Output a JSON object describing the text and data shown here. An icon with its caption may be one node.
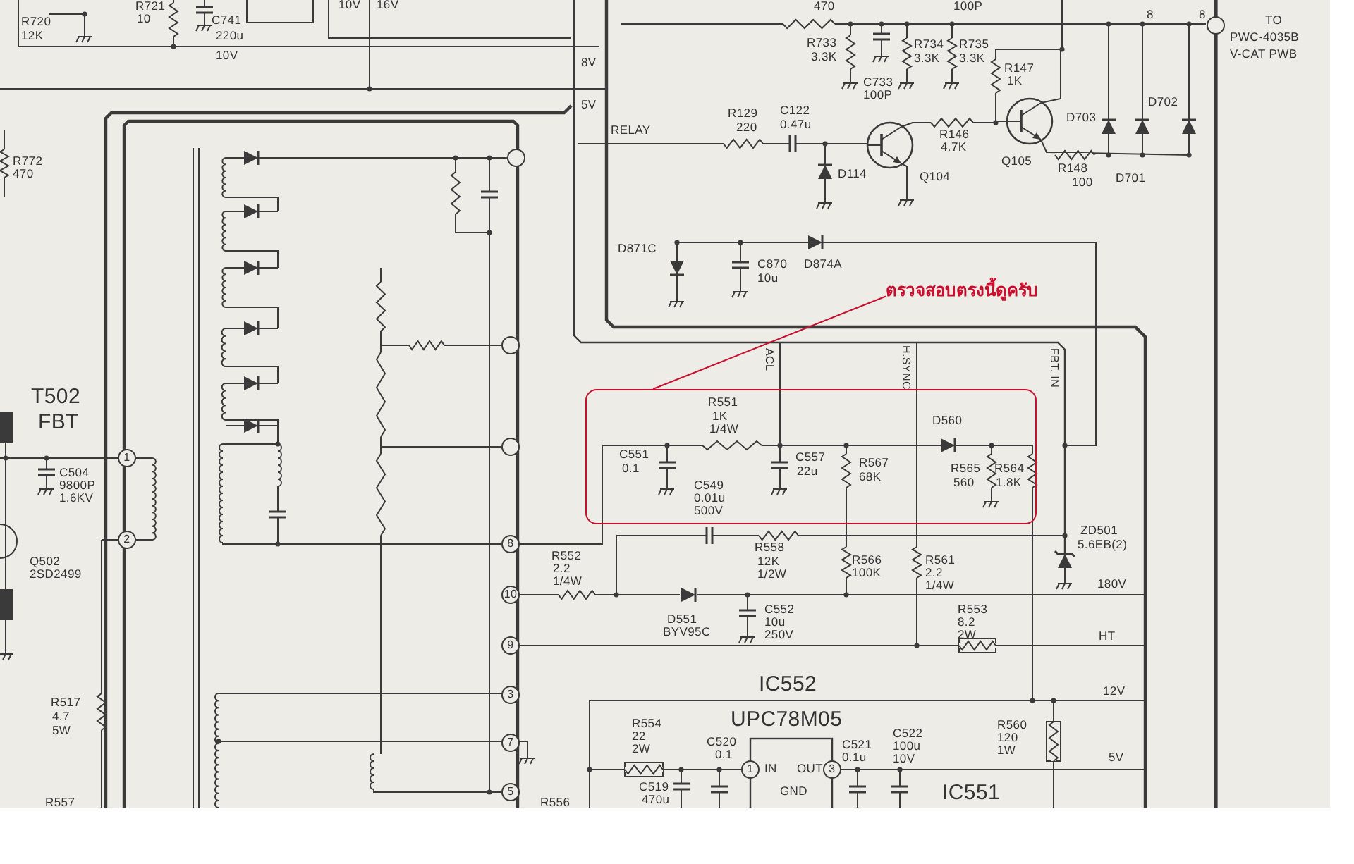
{
  "diagram": {
    "nodes": [
      {
        "text": [
          "ตรวจสอบตรงนี้ดูครับ"
        ]
      },
      {
        "text": [],
        "shape": "box"
      }
    ],
    "edges": [
      {
        "from": 0,
        "to": 1,
        "arrow": "none"
      }
    ],
    "labels": [
      "10V",
      "16V",
      "R721",
      "10",
      "470",
      "100P",
      "8",
      "8",
      "R720",
      "12K",
      "TO",
      "C741",
      "220u",
      "10V",
      "PWC-4035B",
      "V-CAT PWB",
      "R733",
      "3.3K",
      "R734",
      "3.3K",
      "R735",
      "3.3K",
      "R147",
      "1K",
      "8V",
      "C733",
      "100P",
      "D702",
      "5V",
      "R129",
      "220",
      "C122",
      "0.47u",
      "D703",
      "RELAY",
      "R146",
      "4.7K",
      "R772",
      "470",
      "Q105",
      "R148",
      "100",
      "D114",
      "Q104",
      "D701",
      "D871C",
      "C870",
      "10u",
      "D874A",
      "T502",
      "FBT",
      "ACL",
      "H.SYNC",
      "FBT. IN",
      "R551",
      "1K",
      "1/4W",
      "D560",
      "C504",
      "9800P",
      "1.6KV",
      "1",
      "C551",
      "0.1",
      "C557",
      "22u",
      "R567",
      "68K",
      "R565",
      "560",
      "R564",
      "1.8K",
      "C549",
      "0.01u",
      "500V",
      "ZD501",
      "5.6EB(2)",
      "2",
      "R558",
      "12K",
      "1/2W",
      "8",
      "R552",
      "2.2",
      "1/4W",
      "Q502",
      "2SD2499",
      "R566",
      "100K",
      "R561",
      "2.2",
      "1/4W",
      "10",
      "180V",
      "D551",
      "BYV95C",
      "C552",
      "10u",
      "250V",
      "R553",
      "8.2",
      "2W",
      "9",
      "HT",
      "IC552",
      "3",
      "12V",
      "R517",
      "4.7",
      "5W",
      "UPC78M05",
      "R554",
      "22",
      "2W",
      "R560",
      "120",
      "1W",
      "C520",
      "0.1",
      "C521",
      "0.1u",
      "C522",
      "100u",
      "10V",
      "7",
      "5V",
      "1",
      "IN",
      "OUT",
      "3",
      "C519",
      "470u",
      "GND",
      "IC551",
      "R557",
      "R556",
      "5"
    ]
  }
}
